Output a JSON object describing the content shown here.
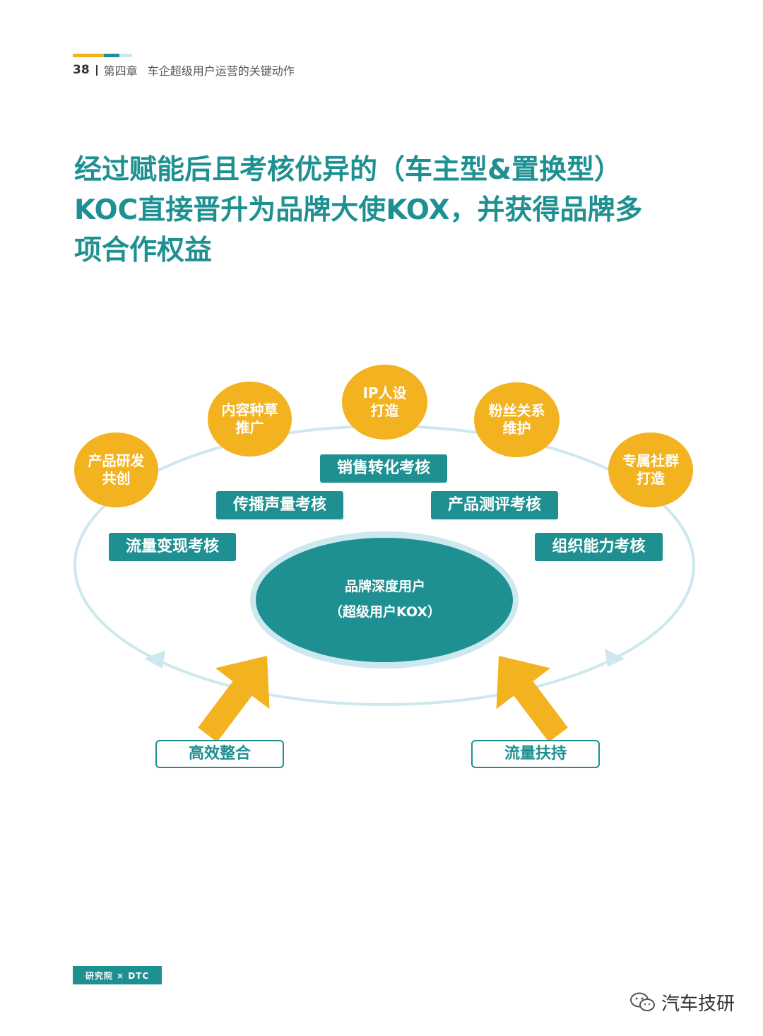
{
  "header": {
    "page_number": "38",
    "chapter": "第四章",
    "section": "车企超级用户运营的关键动作"
  },
  "title": {
    "lines": [
      "经过赋能后且考核优异的（车主型&置换型）",
      "KOC直接晋升为品牌大使KOX，并获得品牌多",
      "项合作权益"
    ]
  },
  "diagram": {
    "center": {
      "line1": "品牌深度用户",
      "line2": "（超级用户KOX）"
    },
    "benefits": [
      {
        "line1": "产品研发",
        "line2": "共创"
      },
      {
        "line1": "内容种草",
        "line2": "推广"
      },
      {
        "line1": "IP人设",
        "line2": "打造"
      },
      {
        "line1": "粉丝关系",
        "line2": "维护"
      },
      {
        "line1": "专属社群",
        "line2": "打造"
      }
    ],
    "assessments": [
      "销售转化考核",
      "传播声量考核",
      "产品测评考核",
      "流量变现考核",
      "组织能力考核"
    ],
    "supports": [
      "高效整合",
      "流量扶持"
    ]
  },
  "footer": {
    "logo_text": "研究院 × DTC"
  },
  "watermark": {
    "text": "汽车技研"
  },
  "colors": {
    "teal": "#1e9092",
    "yellow": "#f3b21f",
    "light_blue": "#cde8ee"
  }
}
